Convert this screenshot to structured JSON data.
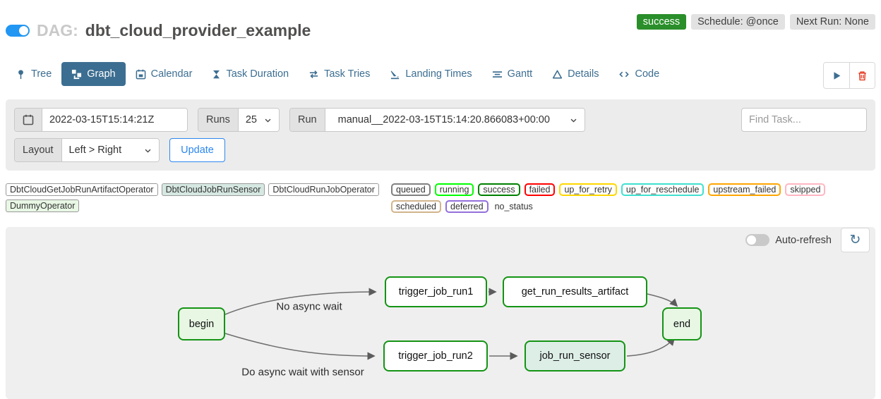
{
  "header": {
    "dag_prefix": "DAG:",
    "dag_title": "dbt_cloud_provider_example",
    "status_badge": "success",
    "schedule_badge": "Schedule: @once",
    "next_run_badge": "Next Run: None",
    "status_color": "#2a8f2a"
  },
  "tabs": [
    {
      "label": "Tree"
    },
    {
      "label": "Graph"
    },
    {
      "label": "Calendar"
    },
    {
      "label": "Task Duration"
    },
    {
      "label": "Task Tries"
    },
    {
      "label": "Landing Times"
    },
    {
      "label": "Gantt"
    },
    {
      "label": "Details"
    },
    {
      "label": "Code"
    }
  ],
  "filters": {
    "date_value": "2022-03-15T15:14:21Z",
    "runs_label": "Runs",
    "runs_value": "25",
    "run_label": "Run",
    "run_value": "manual__2022-03-15T15:14:20.866083+00:00",
    "find_task_placeholder": "Find Task...",
    "layout_label": "Layout",
    "layout_value": "Left > Right",
    "update_label": "Update"
  },
  "legend": {
    "operators": [
      {
        "label": "DbtCloudGetJobRunArtifactOperator",
        "color": "#ffffff"
      },
      {
        "label": "DbtCloudJobRunSensor",
        "color": "#d6e8e2"
      },
      {
        "label": "DbtCloudRunJobOperator",
        "color": "#ffffff"
      },
      {
        "label": "DummyOperator",
        "color": "#e8f7e4"
      }
    ],
    "states": [
      {
        "label": "queued",
        "color": "#808080"
      },
      {
        "label": "running",
        "color": "#00ff00"
      },
      {
        "label": "success",
        "color": "#008000"
      },
      {
        "label": "failed",
        "color": "#ff0000"
      },
      {
        "label": "up_for_retry",
        "color": "#ffd700"
      },
      {
        "label": "up_for_reschedule",
        "color": "#40e0d0"
      },
      {
        "label": "upstream_failed",
        "color": "#ffa500"
      },
      {
        "label": "skipped",
        "color": "#ffb6c1"
      },
      {
        "label": "scheduled",
        "color": "#d2b48c"
      },
      {
        "label": "deferred",
        "color": "#9370db"
      }
    ],
    "no_status_label": "no_status"
  },
  "graph": {
    "auto_refresh_label": "Auto-refresh",
    "border_color": "#149414",
    "nodes": [
      {
        "id": "begin",
        "label": "begin",
        "fill": "#e8f7e4"
      },
      {
        "id": "trigger_job_run1",
        "label": "trigger_job_run1",
        "fill": "#ffffff"
      },
      {
        "id": "get_run_results_artifact",
        "label": "get_run_results_artifact",
        "fill": "#ffffff"
      },
      {
        "id": "end",
        "label": "end",
        "fill": "#e8f7e4"
      },
      {
        "id": "trigger_job_run2",
        "label": "trigger_job_run2",
        "fill": "#ffffff"
      },
      {
        "id": "job_run_sensor",
        "label": "job_run_sensor",
        "fill": "#ddeee7"
      }
    ],
    "edge_labels": [
      "No async wait",
      "Do async wait with sensor"
    ]
  }
}
